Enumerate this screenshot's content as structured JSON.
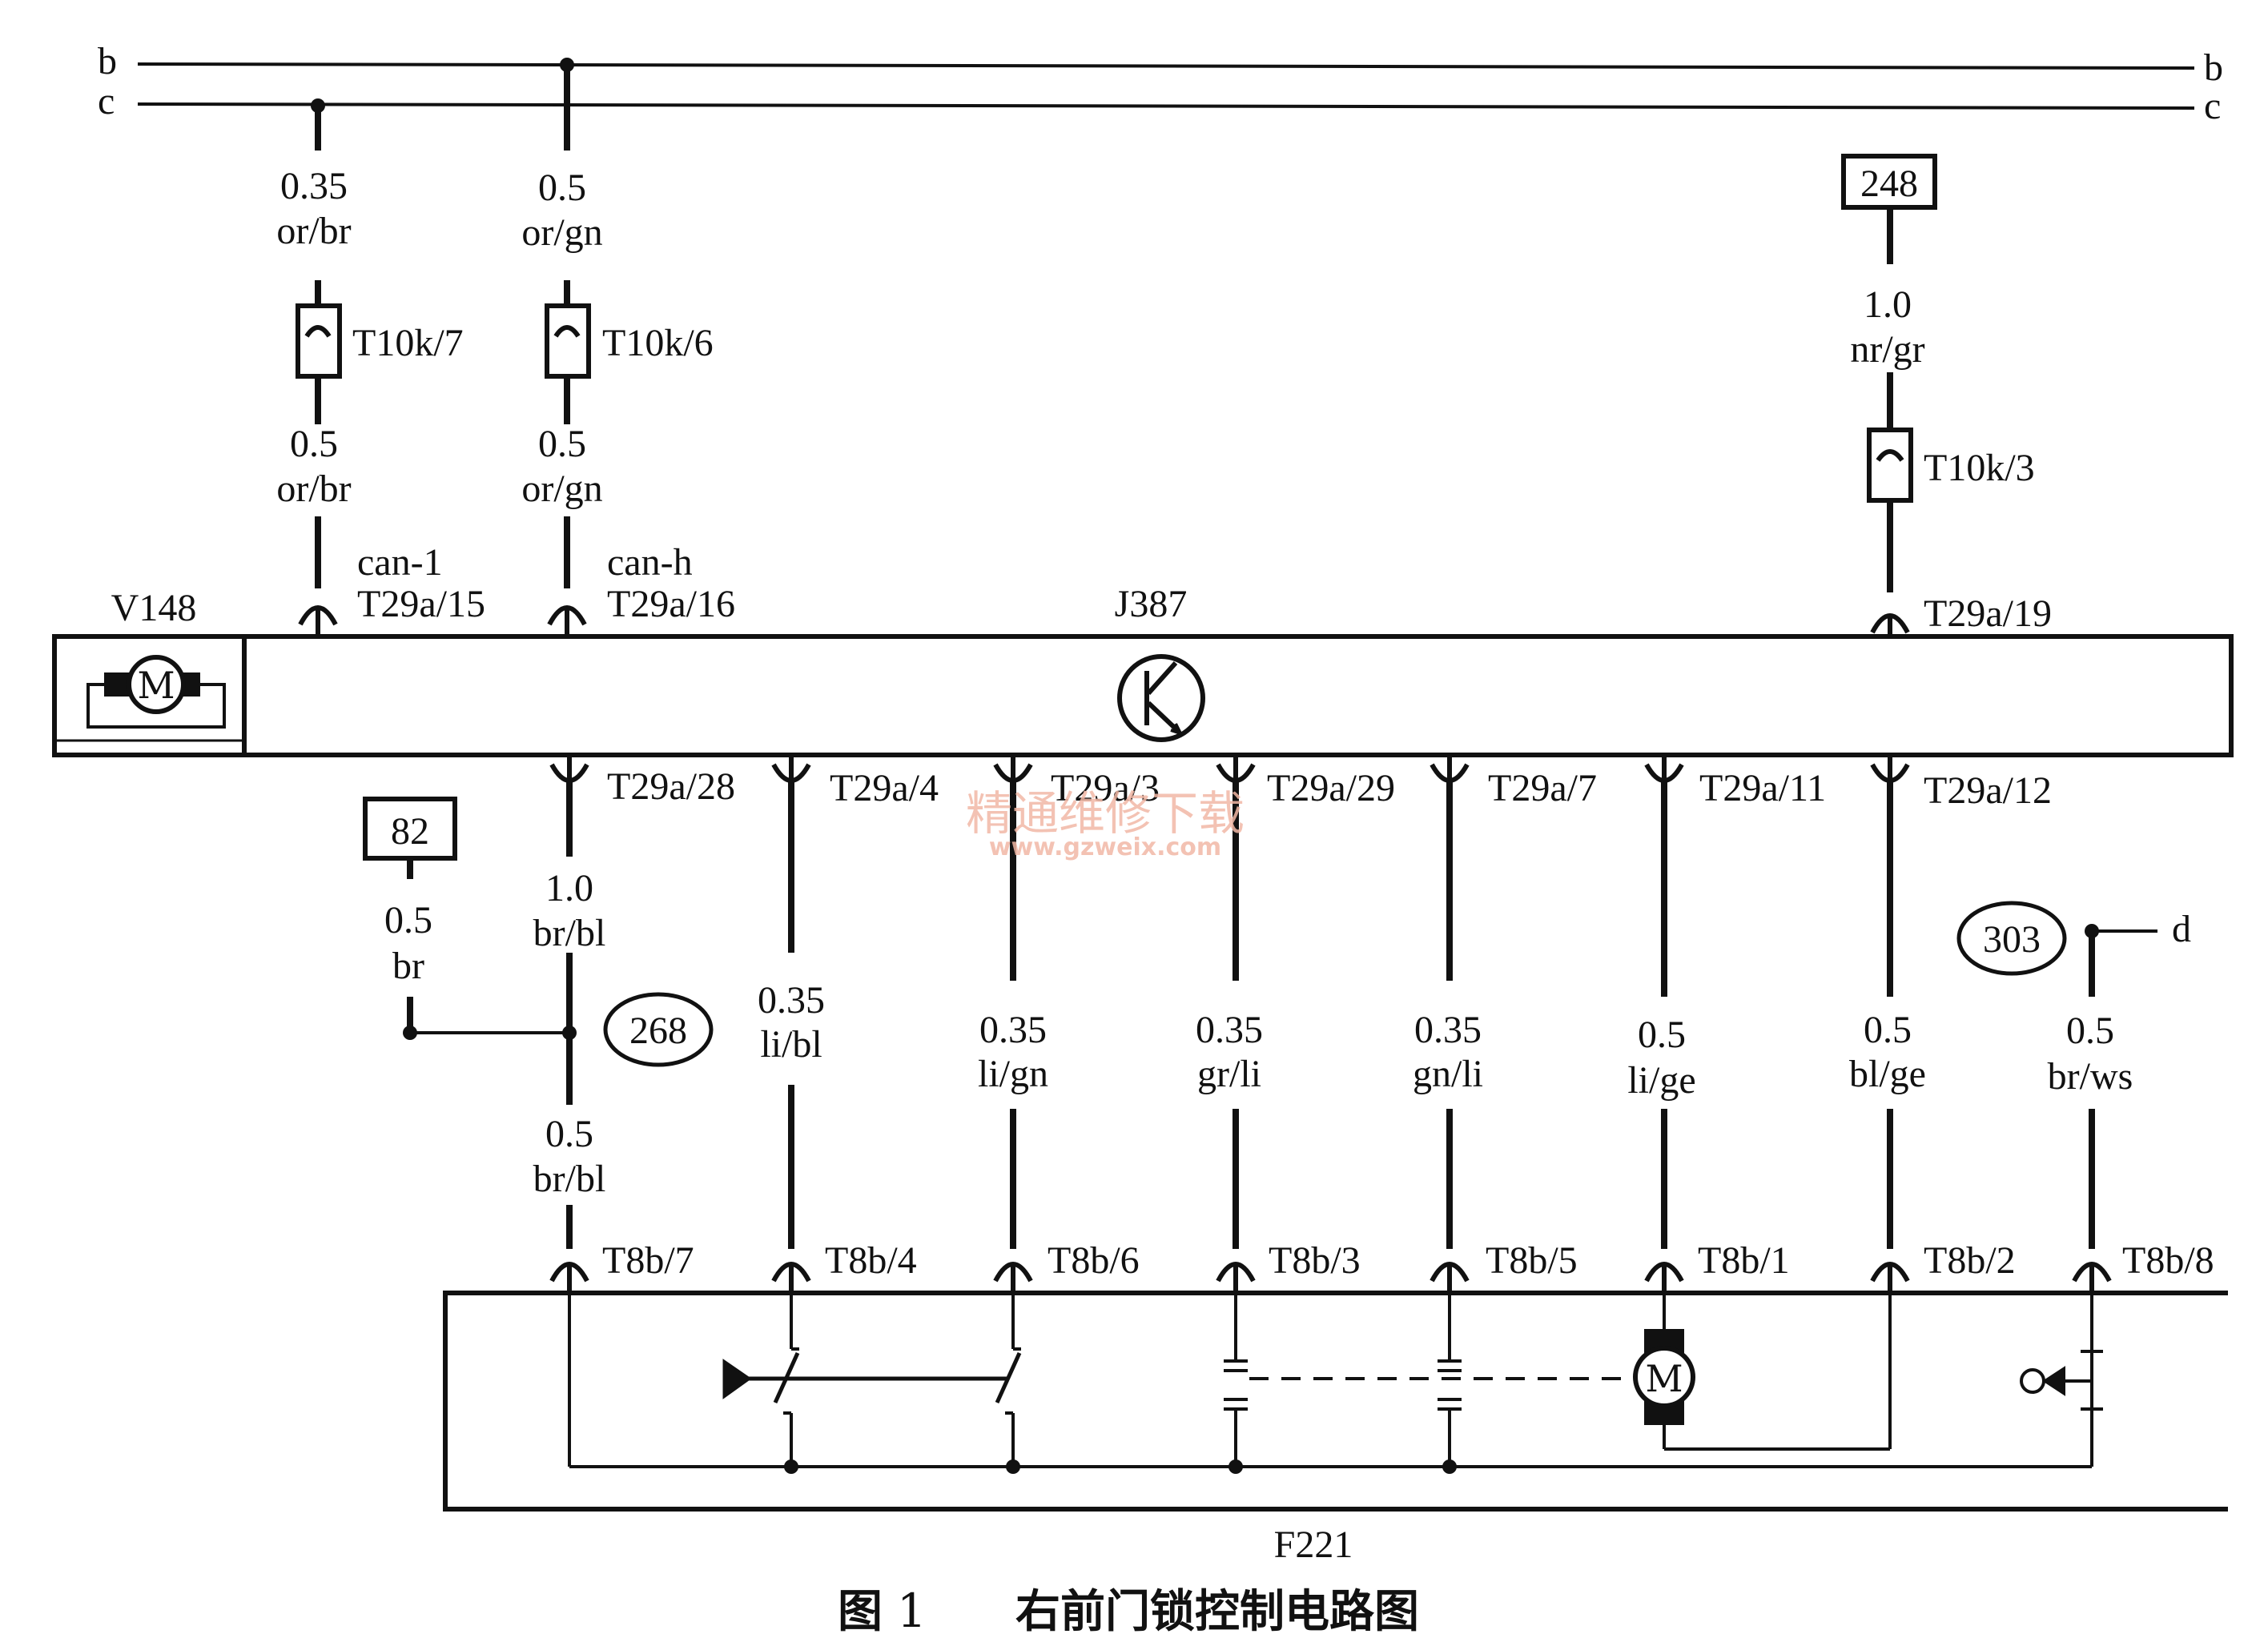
{
  "buses": [
    {
      "id": "b",
      "label_left": "b",
      "label_right": "b"
    },
    {
      "id": "c",
      "label_left": "c",
      "label_right": "c"
    }
  ],
  "top_wires": {
    "w1": {
      "upper_size": "0.35",
      "upper_color": "or/br",
      "fuse": "T10k/7",
      "lower_size": "0.5",
      "lower_color": "or/br",
      "signal": "can-1",
      "pin": "T29a/15"
    },
    "w2": {
      "upper_size": "0.5",
      "upper_color": "or/gn",
      "fuse": "T10k/6",
      "lower_size": "0.5",
      "lower_color": "or/gn",
      "signal": "can-h",
      "pin": "T29a/16"
    },
    "w3": {
      "ref": "248",
      "size": "1.0",
      "color": "nr/gr",
      "fuse": "T10k/3",
      "pin": "T29a/19"
    }
  },
  "module": {
    "label": "J387",
    "motor_label": "V148",
    "motor_glyph": "M"
  },
  "bottom_wires": [
    {
      "top_pin": "T29a/28",
      "size": "1.0",
      "color": "br/bl",
      "size2": "0.5",
      "color2": "br/bl",
      "bottom_pin": "T8b/7"
    },
    {
      "top_pin": "T29a/4",
      "size": "0.35",
      "color": "li/bl",
      "bottom_pin": "T8b/4"
    },
    {
      "top_pin": "T29a/3",
      "size": "0.35",
      "color": "li/gn",
      "bottom_pin": "T8b/6"
    },
    {
      "top_pin": "T29a/29",
      "size": "0.35",
      "color": "gr/li",
      "bottom_pin": "T8b/3"
    },
    {
      "top_pin": "T29a/7",
      "size": "0.35",
      "color": "gn/li",
      "bottom_pin": "T8b/5"
    },
    {
      "top_pin": "T29a/11",
      "size": "0.5",
      "color": "li/ge",
      "bottom_pin": "T8b/1"
    },
    {
      "top_pin": "T29a/12",
      "size": "0.5",
      "color": "bl/ge",
      "bottom_pin": "T8b/2"
    },
    {
      "size": "0.5",
      "color": "br/ws",
      "bottom_pin": "T8b/8"
    }
  ],
  "refs": {
    "ground_ref": "82",
    "ground_size": "0.5",
    "ground_color": "br",
    "splice_268": "268",
    "splice_303": "303",
    "branch_d": "d"
  },
  "lower_module": {
    "label": "F221",
    "motor_glyph": "M"
  },
  "watermark": {
    "line1": "精通维修下载",
    "line2": "www.gzweix.com"
  },
  "caption": {
    "fig": "图",
    "num": "1",
    "title": "右前门锁控制电路图"
  }
}
